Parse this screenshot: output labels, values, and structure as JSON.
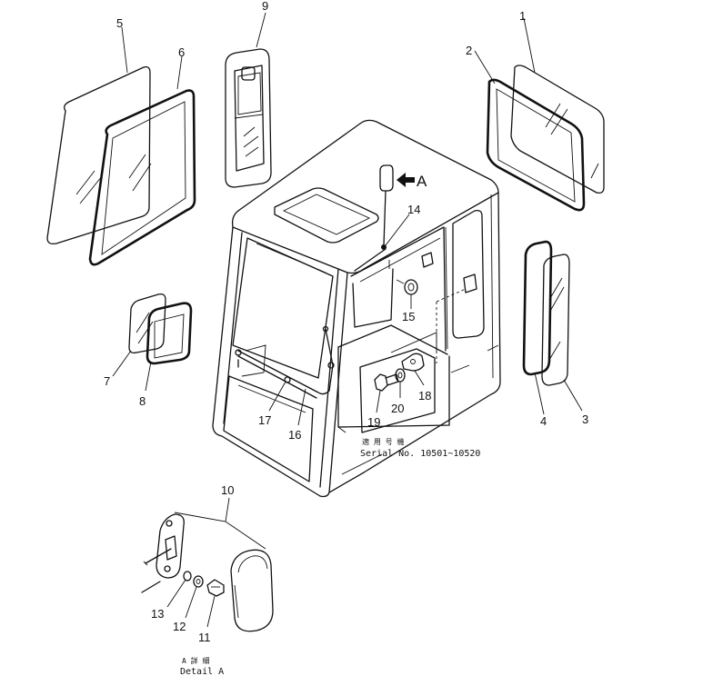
{
  "callouts": [
    {
      "id": "c1",
      "text": "1"
    },
    {
      "id": "c2",
      "text": "2"
    },
    {
      "id": "c3",
      "text": "3"
    },
    {
      "id": "c4",
      "text": "4"
    },
    {
      "id": "c5",
      "text": "5"
    },
    {
      "id": "c6",
      "text": "6"
    },
    {
      "id": "c7",
      "text": "7"
    },
    {
      "id": "c8",
      "text": "8"
    },
    {
      "id": "c9",
      "text": "9"
    },
    {
      "id": "c10",
      "text": "10"
    },
    {
      "id": "c11",
      "text": "11"
    },
    {
      "id": "c12",
      "text": "12"
    },
    {
      "id": "c13",
      "text": "13"
    },
    {
      "id": "c14",
      "text": "14"
    },
    {
      "id": "c15",
      "text": "15"
    },
    {
      "id": "c16",
      "text": "16"
    },
    {
      "id": "c17",
      "text": "17"
    },
    {
      "id": "c18",
      "text": "18"
    },
    {
      "id": "c19",
      "text": "19"
    },
    {
      "id": "c20",
      "text": "20"
    }
  ],
  "arrow_label": "A",
  "serial_note": {
    "line1": "適 用 号 機",
    "line2": "Serial No. 10501~10520"
  },
  "detail_note": {
    "line1": "A 詳 細",
    "line2": "Detail A"
  }
}
